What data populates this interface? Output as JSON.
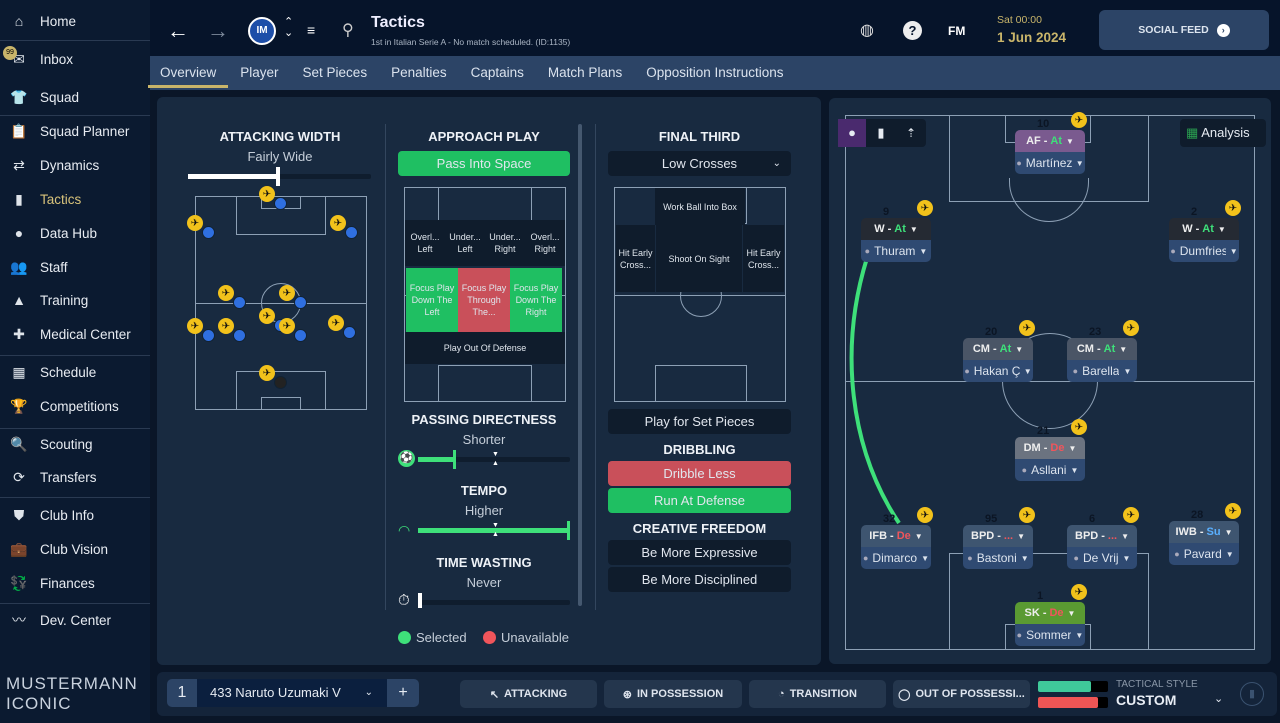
{
  "sidebar": {
    "items": [
      {
        "label": "Home",
        "icon": "home-icon",
        "glyph": "⌂"
      },
      {
        "label": "Inbox",
        "icon": "inbox-icon",
        "glyph": "✉",
        "badge": "99"
      },
      {
        "label": "Squad",
        "icon": "shirt-icon",
        "glyph": "👕"
      },
      {
        "label": "Squad Planner",
        "icon": "clipboard-icon",
        "glyph": "📋"
      },
      {
        "label": "Dynamics",
        "icon": "dynamics-icon",
        "glyph": "⇄"
      },
      {
        "label": "Tactics",
        "icon": "tactics-icon",
        "glyph": "▮",
        "active": true
      },
      {
        "label": "Data Hub",
        "icon": "data-hub-icon",
        "glyph": "●"
      },
      {
        "label": "Staff",
        "icon": "staff-icon",
        "glyph": "👥"
      },
      {
        "label": "Training",
        "icon": "training-icon",
        "glyph": "▲"
      },
      {
        "label": "Medical Center",
        "icon": "medical-icon",
        "glyph": "✚"
      },
      {
        "label": "Schedule",
        "icon": "calendar-icon",
        "glyph": "▦"
      },
      {
        "label": "Competitions",
        "icon": "trophy-icon",
        "glyph": "🏆"
      },
      {
        "label": "Scouting",
        "icon": "search-icon",
        "glyph": "🔍"
      },
      {
        "label": "Transfers",
        "icon": "transfers-icon",
        "glyph": "⟳"
      },
      {
        "label": "Club Info",
        "icon": "shield-icon",
        "glyph": "⛊"
      },
      {
        "label": "Club Vision",
        "icon": "briefcase-icon",
        "glyph": "💼"
      },
      {
        "label": "Finances",
        "icon": "finances-icon",
        "glyph": "💱"
      },
      {
        "label": "Dev. Center",
        "icon": "dev-center-icon",
        "glyph": "〰"
      }
    ],
    "logo_text": "MUSTERMANN ICONIC"
  },
  "header": {
    "title": "Tactics",
    "subtitle": "1st in Italian Serie A - No match scheduled. (ID:1135)",
    "day_time": "Sat 00:00",
    "date": "1 Jun 2024",
    "fm_label": "FM",
    "social_feed": "SOCIAL FEED"
  },
  "tabs": [
    "Overview",
    "Player",
    "Set Pieces",
    "Penalties",
    "Captains",
    "Match Plans",
    "Opposition Instructions"
  ],
  "attacking_width": {
    "title": "ATTACKING WIDTH",
    "value": "Fairly Wide",
    "level": 0.5
  },
  "approach": {
    "title": "APPROACH PLAY",
    "selected": "Pass Into Space",
    "top_row": [
      "Overl... Left",
      "Under... Left",
      "Under... Right",
      "Overl... Right"
    ],
    "mid_row": [
      {
        "label": "Focus Play Down The Left",
        "state": "selected"
      },
      {
        "label": "Focus Play Through The...",
        "state": "unavailable"
      },
      {
        "label": "Focus Play Down The Right",
        "state": "selected"
      }
    ],
    "bottom": "Play Out Of Defense"
  },
  "passing": {
    "title": "PASSING DIRECTNESS",
    "value": "Shorter",
    "level": 0.25
  },
  "tempo": {
    "title": "TEMPO",
    "value": "Higher",
    "level": 1.0
  },
  "time_wasting": {
    "title": "TIME WASTING",
    "value": "Never",
    "level": 0
  },
  "legend": {
    "selected": "Selected",
    "unavailable": "Unavailable"
  },
  "final_third": {
    "title": "FINAL THIRD",
    "dropdown": "Low Crosses",
    "top": "Work Ball Into Box",
    "left": "Hit Early Cross...",
    "center": "Shoot On Sight",
    "right": "Hit Early Cross...",
    "set_pieces": "Play for Set Pieces"
  },
  "dribbling": {
    "title": "DRIBBLING",
    "less": "Dribble Less",
    "run": "Run At Defense"
  },
  "creative": {
    "title": "CREATIVE FREEDOM",
    "expressive": "Be More Expressive",
    "disciplined": "Be More Disciplined"
  },
  "analysis": "Analysis",
  "players": [
    {
      "pos": "AF",
      "duty": "At",
      "name": "Martínez",
      "number": "10"
    },
    {
      "pos": "W",
      "duty": "At",
      "name": "Thuram",
      "number": "9"
    },
    {
      "pos": "W",
      "duty": "At",
      "name": "Dumfries",
      "number": "2"
    },
    {
      "pos": "CM",
      "duty": "At",
      "name": "Hakan Çalh...",
      "number": "20"
    },
    {
      "pos": "CM",
      "duty": "At",
      "name": "Barella",
      "number": "23"
    },
    {
      "pos": "DM",
      "duty": "De",
      "name": "Asllani",
      "number": "21"
    },
    {
      "pos": "IFB",
      "duty": "De",
      "name": "Dimarco",
      "number": "32"
    },
    {
      "pos": "BPD",
      "duty": "...",
      "name": "Bastoni",
      "number": "95"
    },
    {
      "pos": "BPD",
      "duty": "...",
      "name": "De Vrij",
      "number": "6"
    },
    {
      "pos": "IWB",
      "duty": "Su",
      "name": "Pavard",
      "number": "28"
    },
    {
      "pos": "SK",
      "duty": "De",
      "name": "Sommer",
      "number": "1"
    }
  ],
  "bottom": {
    "slot": "1",
    "tactic_name": "433 Naruto Uzumaki V",
    "add": "+",
    "attacking": "ATTACKING",
    "in_possession": "IN POSSESSION",
    "transition": "TRANSITION",
    "out_of_possession": "OUT OF POSSESSI...",
    "style_label": "TACTICAL STYLE",
    "style_value": "CUSTOM",
    "attack_bar": 0.75,
    "defense_bar": 0.85
  },
  "colors": {
    "selected": "#1fbf62",
    "unavailable": "#c9505a",
    "accent": "#c9b56a",
    "green": "#3ee07a"
  }
}
